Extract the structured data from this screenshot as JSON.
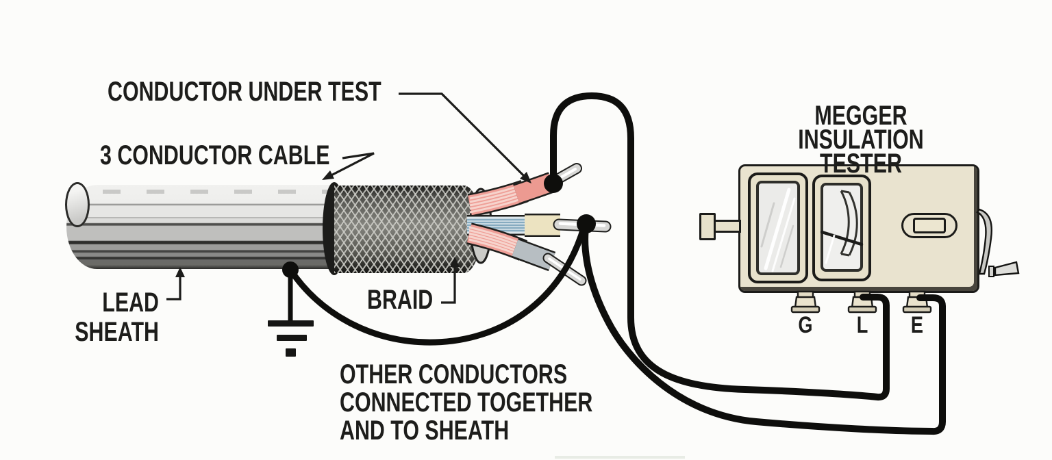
{
  "labels": {
    "conductor_under_test": "CONDUCTOR UNDER TEST",
    "three_conductor_cable": "3 CONDUCTOR CABLE",
    "lead_sheath_line1": "LEAD",
    "lead_sheath_line2": "SHEATH",
    "braid": "BRAID",
    "other_conductors_line1": "OTHER CONDUCTORS",
    "other_conductors_line2": "CONNECTED TOGETHER",
    "other_conductors_line3": "AND TO SHEATH"
  },
  "tester": {
    "title_line1": "MEGGER",
    "title_line2": "INSULATION TESTER",
    "terminals": [
      {
        "label": "G"
      },
      {
        "label": "L"
      },
      {
        "label": "E"
      }
    ]
  },
  "icons": {
    "ground_symbol": "earth-ground-icon",
    "meter": "analog-meter-icon",
    "crank": "hand-crank-icon"
  },
  "colors": {
    "background": "#fcfcfa",
    "line_art": "#161614",
    "wire_black": "#0e0e0c",
    "tester_body": "#e9e3cf",
    "conductor_pink": "#ef9f97",
    "conductor_pink_stripe": "#f6d4cd",
    "conductor_blue_base": "#dde7ec",
    "conductor_blue_stripe": "#86abc0",
    "tip_beige": "#ece3c1",
    "tip_gray": "#b7bec2",
    "braid_dark": "#3f3f3b",
    "sheath_light": "#efefed"
  }
}
